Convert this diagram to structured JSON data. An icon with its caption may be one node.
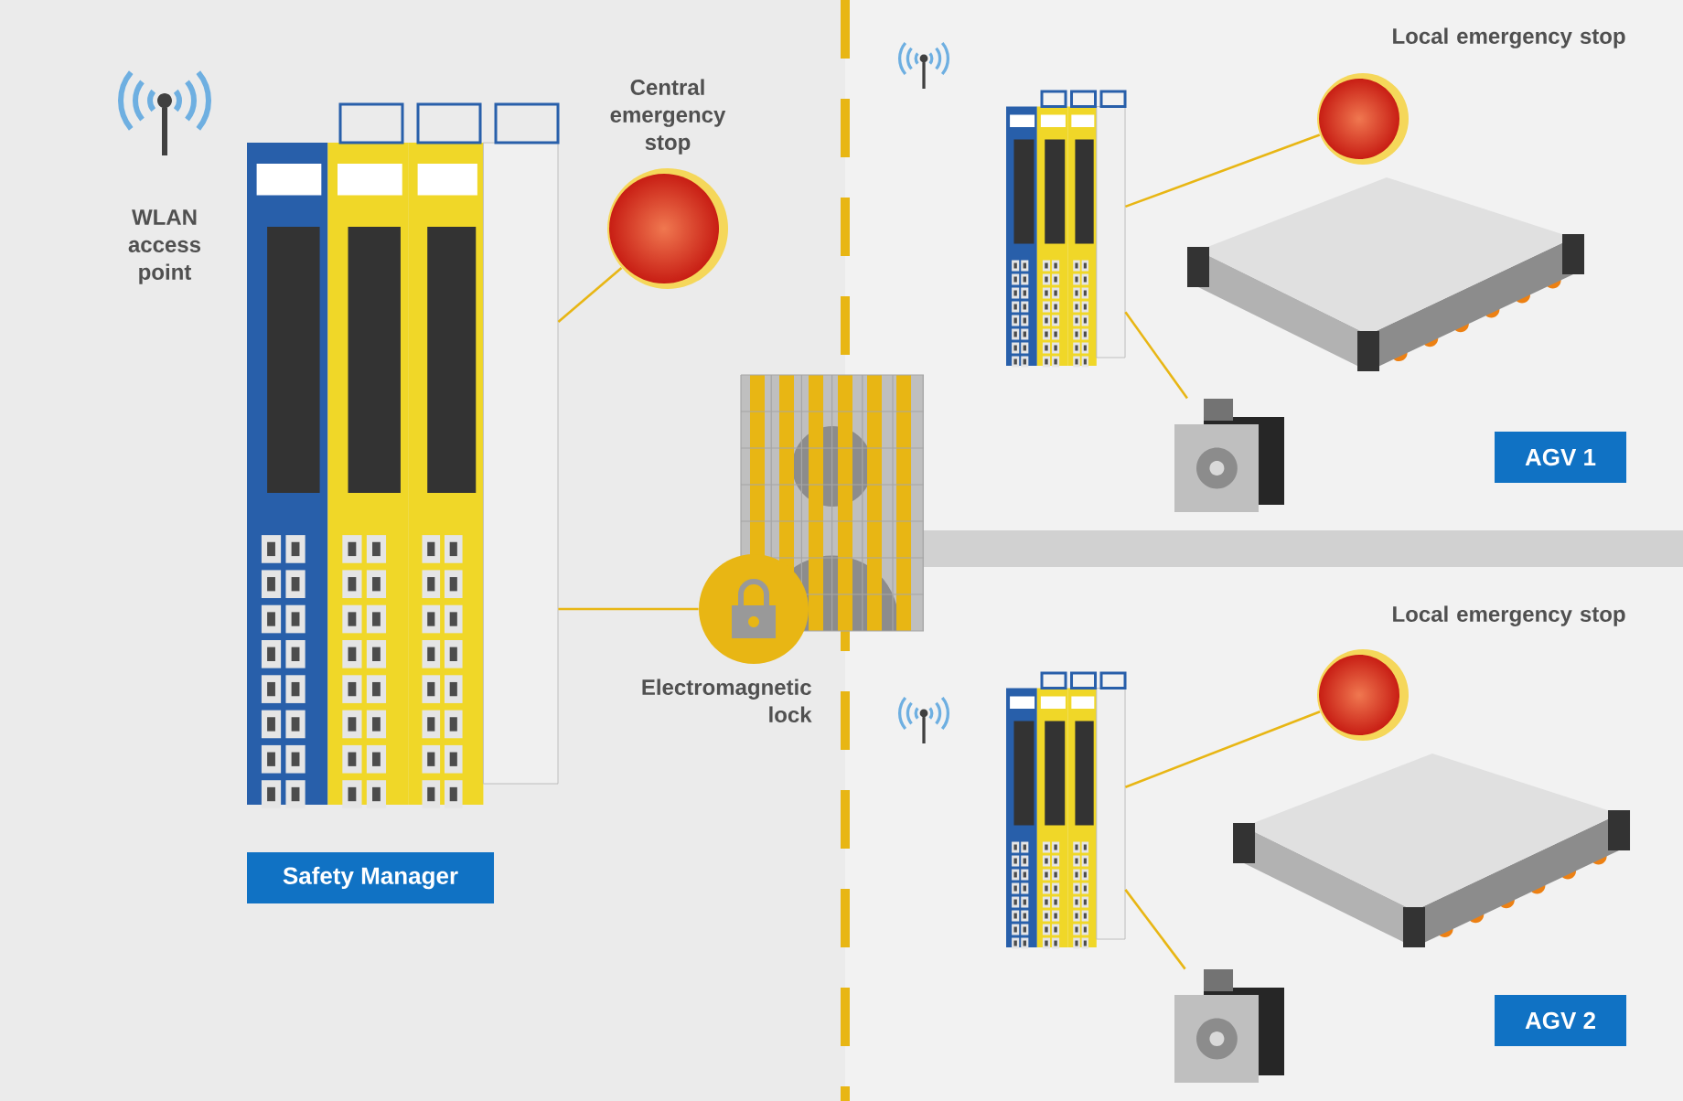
{
  "diagram": {
    "nodes": [
      {
        "text": [
          "WLAN access point"
        ]
      },
      {
        "text": [],
        "shape": "picture"
      },
      {
        "text": [
          "Safety Manager"
        ]
      },
      {
        "text": [],
        "shape": "circle",
        "beside": [
          "Central emergency stop"
        ]
      },
      {
        "text": [],
        "shape": "circle",
        "beside": [
          "Electromagnetic lock"
        ]
      },
      {
        "text": [],
        "shape": "picture"
      },
      {
        "text": [],
        "shape": "circle",
        "beside": [
          "Local emergency stop"
        ]
      },
      {
        "text": [],
        "shape": "picture"
      },
      {
        "text": [],
        "shape": "picture"
      },
      {
        "text": [
          "AGV 1"
        ]
      },
      {
        "text": [],
        "shape": "picture"
      },
      {
        "text": [],
        "shape": "circle",
        "beside": [
          "Local emergency stop"
        ]
      },
      {
        "text": [],
        "shape": "picture"
      },
      {
        "text": [],
        "shape": "picture"
      },
      {
        "text": [
          "AGV 2"
        ]
      }
    ],
    "edges": [
      {
        "from": 1,
        "to": 3,
        "arrow": "none"
      },
      {
        "from": 1,
        "to": 4,
        "arrow": "none"
      },
      {
        "from": 5,
        "to": 6,
        "arrow": "none"
      },
      {
        "from": 5,
        "to": 7,
        "arrow": "none"
      },
      {
        "from": 10,
        "to": 11,
        "arrow": "none"
      },
      {
        "from": 10,
        "to": 12,
        "arrow": "none"
      }
    ]
  }
}
